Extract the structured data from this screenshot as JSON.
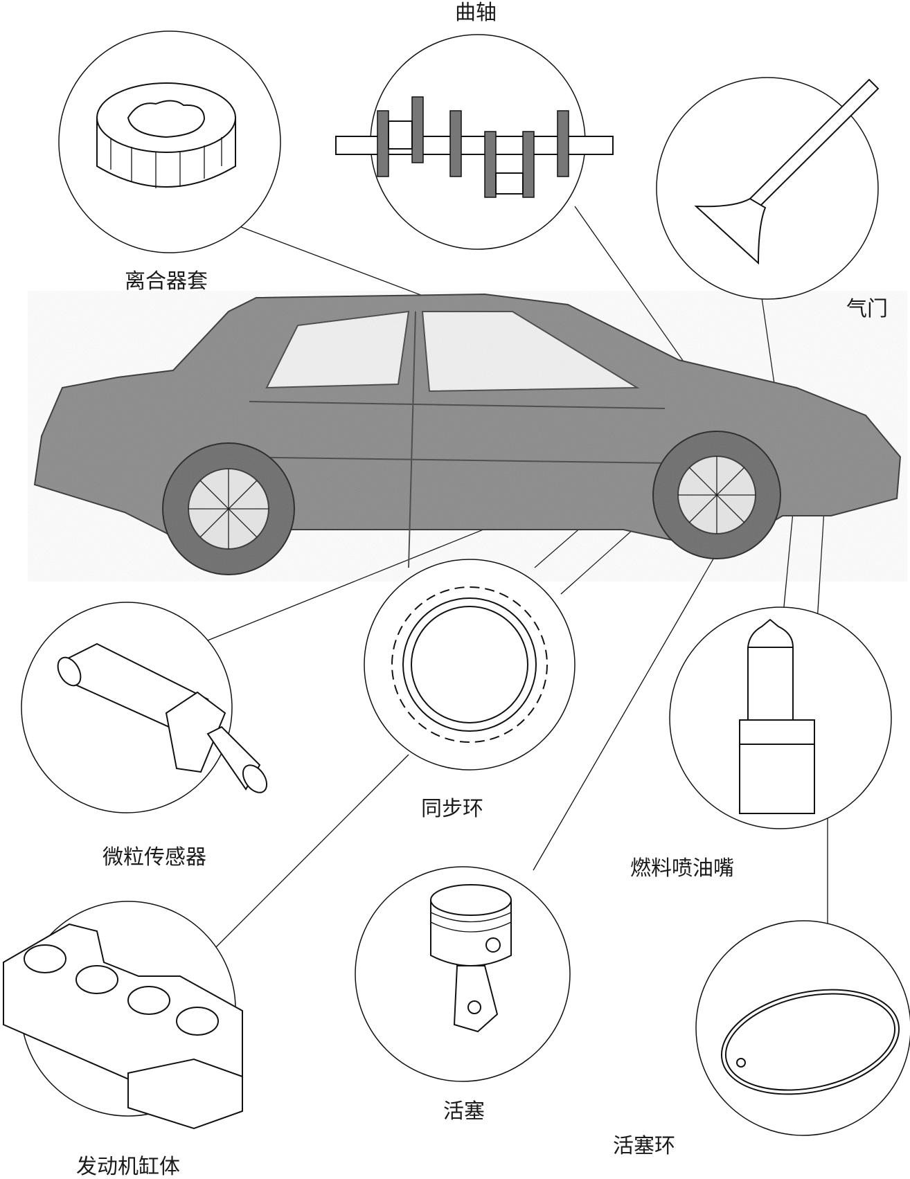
{
  "parts": {
    "clutch_sleeve": "离合器套",
    "crankshaft": "曲轴",
    "valve": "气门",
    "particle_sensor": "微粒传感器",
    "synchro_ring": "同步环",
    "fuel_injector": "燃料喷油嘴",
    "piston": "活塞",
    "piston_ring": "活塞环",
    "engine_block": "发动机缸体"
  }
}
